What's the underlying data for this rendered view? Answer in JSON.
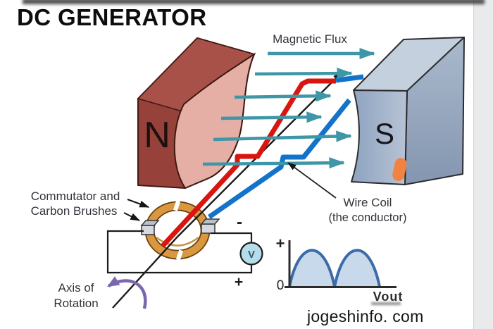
{
  "title": "DC GENERATOR",
  "watermark": "jogeshinfo. com",
  "diagram": {
    "magnets": {
      "left_pole": "N",
      "right_pole": "S"
    },
    "labels": {
      "magnetic_flux": "Magnetic Flux",
      "wire_coil_line1": "Wire Coil",
      "wire_coil_line2": "(the conductor)",
      "commutator_line1": "Commutator and",
      "commutator_line2": "Carbon Brushes",
      "axis_line1": "Axis of",
      "axis_line2": "Rotation"
    },
    "circuit": {
      "voltmeter": "V",
      "terminal_minus": "-",
      "terminal_plus": "+"
    },
    "colors": {
      "magnet_n_face": "#9c453b",
      "magnet_n_top": "#a85148",
      "magnet_n_inner": "#e6afa6",
      "magnet_s_front": "#9fb2cb",
      "magnet_s_top": "#c5d0de",
      "flux_arrow": "#3f96a6",
      "wire_red": "#d8150f",
      "wire_blue": "#1273c9",
      "commutator": "#d9983f",
      "brush": "#d4d9e0",
      "voltmeter_fill": "#b5dcea",
      "rotation_arrow": "#7a67ad",
      "orange_marker": "#f08342",
      "graph_fill": "#c9d9ec",
      "graph_stroke": "#3b6ba8"
    }
  },
  "chart_data": {
    "type": "area",
    "title": "",
    "xlabel": "Vout",
    "ylabel": "",
    "y_axis_ticks": [
      "+",
      "0"
    ],
    "legend": "none",
    "grid": false,
    "description": "Pulsating DC output voltage: two positive rectified half-sine pulses above the zero line",
    "x": [
      0,
      0.25,
      0.5,
      0.75,
      1,
      1.25,
      1.5,
      1.75,
      2
    ],
    "values": [
      0,
      0.71,
      1,
      0.71,
      0,
      0.71,
      1,
      0.71,
      0
    ]
  }
}
